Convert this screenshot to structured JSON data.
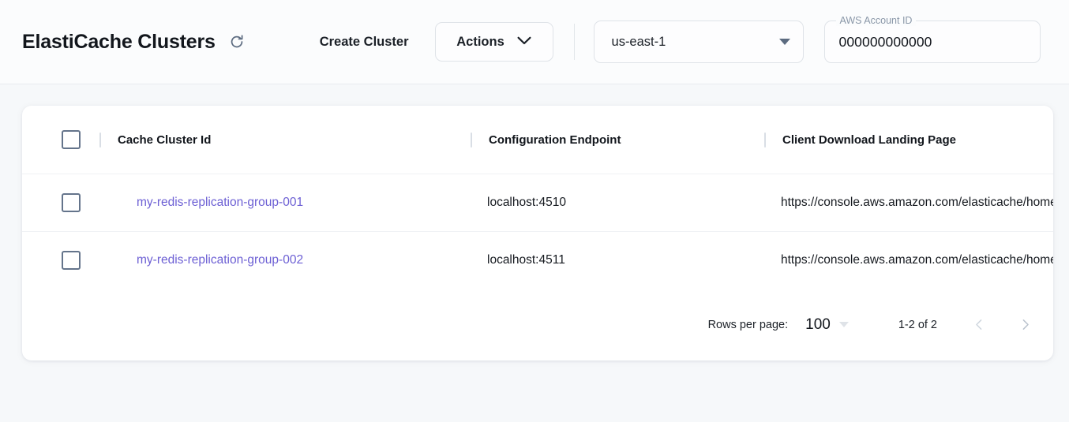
{
  "header": {
    "title": "ElastiCache Clusters",
    "refresh_icon": "refresh-icon",
    "create_cluster_label": "Create Cluster",
    "actions_label": "Actions",
    "actions_chevron_icon": "chevron-down-icon",
    "region": {
      "selected": "us-east-1",
      "dropdown_icon": "triangle-down-icon"
    },
    "account": {
      "legend": "AWS Account ID",
      "value": "000000000000"
    }
  },
  "table": {
    "columns": [
      {
        "key": "select",
        "label": ""
      },
      {
        "key": "cache_cluster_id",
        "label": "Cache Cluster Id"
      },
      {
        "key": "configuration_endpoint",
        "label": "Configuration Endpoint"
      },
      {
        "key": "client_download_landing_page",
        "label": "Client Download Landing Page"
      }
    ],
    "rows": [
      {
        "cache_cluster_id": "my-redis-replication-group-001",
        "configuration_endpoint": "localhost:4510",
        "client_download_landing_page": "https://console.aws.amazon.com/elasticache/home"
      },
      {
        "cache_cluster_id": "my-redis-replication-group-002",
        "configuration_endpoint": "localhost:4511",
        "client_download_landing_page": "https://console.aws.amazon.com/elasticache/home"
      }
    ]
  },
  "pagination": {
    "rows_per_page_label": "Rows per page:",
    "rows_per_page_value": "100",
    "range_label": "1-2 of 2",
    "prev_icon": "chevron-left-icon",
    "next_icon": "chevron-right-icon"
  },
  "colors": {
    "link": "#6c5fd4",
    "page_background": "#f6f8fa",
    "header_background": "#fbfcfd",
    "card_background": "#ffffff",
    "checkbox_border": "#64748b",
    "text_primary": "#12161c"
  }
}
